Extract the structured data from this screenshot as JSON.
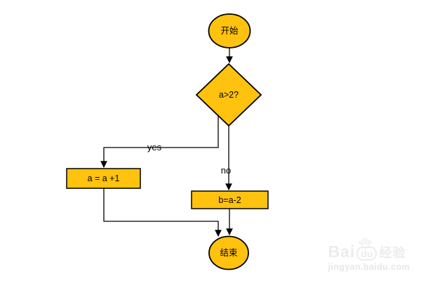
{
  "flowchart": {
    "nodes": {
      "start": {
        "label": "开始",
        "shape": "ellipse"
      },
      "decision": {
        "label": "a>2?",
        "shape": "diamond"
      },
      "increment": {
        "label": "a = a +1",
        "shape": "rect"
      },
      "assign": {
        "label": "b=a-2",
        "shape": "rect"
      },
      "end": {
        "label": "结束",
        "shape": "ellipse"
      }
    },
    "edge_labels": {
      "yes": "yes",
      "no": "no"
    },
    "colors": {
      "node_fill": "#FFC20E",
      "node_stroke": "#000000",
      "connector": "#000000",
      "background": "#FFFFFF"
    }
  },
  "watermark": {
    "brand_bai": "Bai",
    "brand_du": "du",
    "brand_suffix": "经验",
    "url": "jingyan.baidu.com",
    "color": "#ECECEC",
    "url_color": "#E7E7E7"
  }
}
